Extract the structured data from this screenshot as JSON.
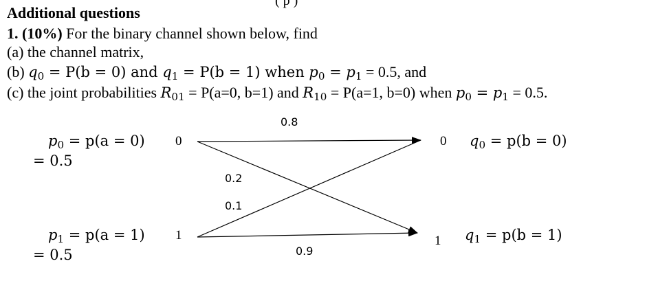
{
  "top_cut_text": "(    p                                   )",
  "heading": "Additional questions",
  "question": {
    "number": "1.",
    "percent": "(10%)",
    "stem": " For the binary channel shown below, find",
    "part_a": "(a) the channel matrix,",
    "part_b_prefix": "(b) ",
    "part_b_q0": "q",
    "part_b_q0_sub": "0",
    "part_b_eq1": " = P(b = 0) and ",
    "part_b_q1": "q",
    "part_b_q1_sub": "1",
    "part_b_eq2": " = P(b = 1) when ",
    "part_b_p0": "p",
    "part_b_p0_sub": "0",
    "part_b_eq3": " = ",
    "part_b_p1": "p",
    "part_b_p1_sub": "1",
    "part_b_tail": " = 0.5, and",
    "part_c_prefix": "(c) the joint probabilities ",
    "part_c_R01": "R",
    "part_c_R01_sub": "01",
    "part_c_mid": " = P(a=0, b=1) and ",
    "part_c_R10": "R",
    "part_c_R10_sub": "10",
    "part_c_mid2": " = P(a=1, b=0) when ",
    "part_c_p0": "p",
    "part_c_p0_sub": "0",
    "part_c_eq": " = ",
    "part_c_p1": "p",
    "part_c_p1_sub": "1",
    "part_c_tail": " = 0.5."
  },
  "diagram": {
    "input0": {
      "symbol": "p",
      "sub": "0",
      "expr": " = p(a = 0)",
      "value": "= 0.5",
      "node": "0"
    },
    "input1": {
      "symbol": "p",
      "sub": "1",
      "expr": " = p(a = 1)",
      "value": "= 0.5",
      "node": "1"
    },
    "output0": {
      "symbol": "q",
      "sub": "0",
      "expr": " = p(b = 0)",
      "node": "0"
    },
    "output1": {
      "symbol": "q",
      "sub": "1",
      "expr": " = p(b = 1)",
      "node": "1"
    },
    "transitions": {
      "p00": "0.8",
      "p01": "0.2",
      "p10": "0.1",
      "p11": "0.9"
    }
  }
}
